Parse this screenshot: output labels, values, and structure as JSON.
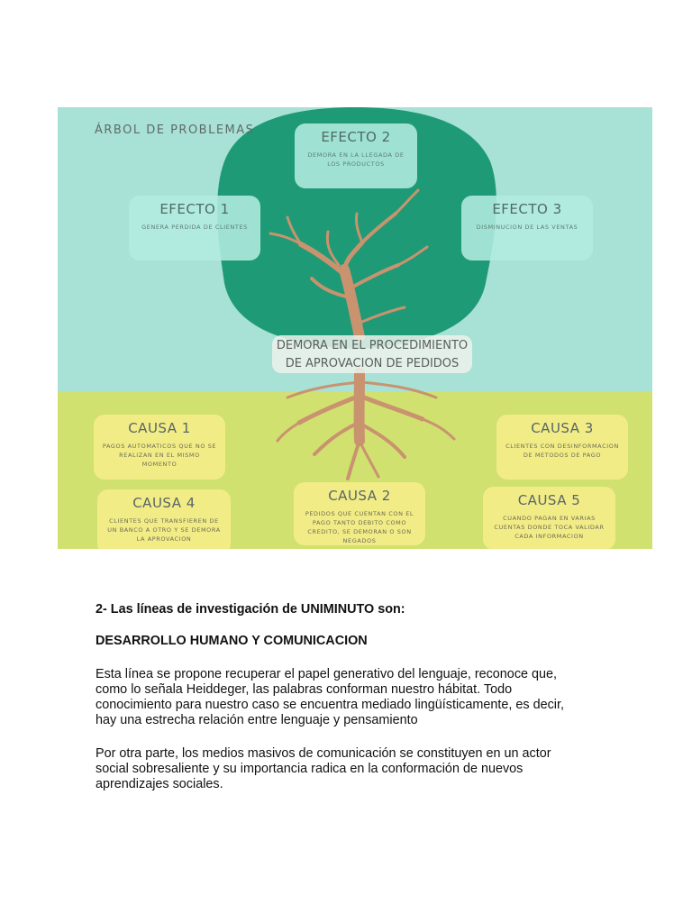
{
  "diagram": {
    "title": "ÁRBOL DE PROBLEMAS",
    "problem_line1": "DEMORA EN EL PROCEDIMIENTO",
    "problem_line2": "DE APROVACION DE PEDIDOS",
    "effects": [
      {
        "title": "EFECTO 1",
        "desc": "GENERA PERDIDA DE CLIENTES"
      },
      {
        "title": "EFECTO 2",
        "desc": "DEMORA EN LA LLEGADA DE LOS PRODUCTOS"
      },
      {
        "title": "EFECTO 3",
        "desc": "DISMINUCION DE LAS VENTAS"
      }
    ],
    "causes": [
      {
        "title": "CAUSA 1",
        "desc": "PAGOS AUTOMATICOS QUE NO SE REALIZAN EN EL MISMO MOMENTO"
      },
      {
        "title": "CAUSA 2",
        "desc": "PEDIDOS QUE CUENTAN CON EL PAGO TANTO DEBITO COMO CREDITO, SE DEMORAN O SON NEGADOS"
      },
      {
        "title": "CAUSA 3",
        "desc": "CLIENTES CON DESINFORMACION DE METODOS DE PAGO"
      },
      {
        "title": "CAUSA 4",
        "desc": "CLIENTES QUE TRANSFIEREN DE UN BANCO A OTRO Y SE DEMORA LA APROVACION"
      },
      {
        "title": "CAUSA 5",
        "desc": "CUANDO PAGAN EN VARIAS CUENTAS DONDE TOCA VALIDAR CADA INFORMACION"
      }
    ],
    "colors": {
      "sky": "#a8e1d6",
      "ground": "#d1e170",
      "canopy": "#1f9a76",
      "trunk": "#c9936f"
    }
  },
  "document": {
    "heading": "2- Las líneas de investigación de UNIMINUTO son:",
    "subheading": "DESARROLLO HUMANO Y COMUNICACION",
    "paragraph1": [
      "Esta línea se propone recuperar el papel generativo del lenguaje, reconoce que,",
      "como lo señala Heiddeger, las palabras conforman nuestro hábitat. Todo",
      "conocimiento para nuestro caso se encuentra mediado lingüísticamente, es decir,",
      "hay una estrecha relación entre lenguaje y pensamiento"
    ],
    "paragraph2": [
      "Por otra parte, los medios masivos de comunicación se constituyen en un actor",
      "social sobresaliente y su importancia radica en la conformación de nuevos",
      "aprendizajes sociales."
    ]
  }
}
